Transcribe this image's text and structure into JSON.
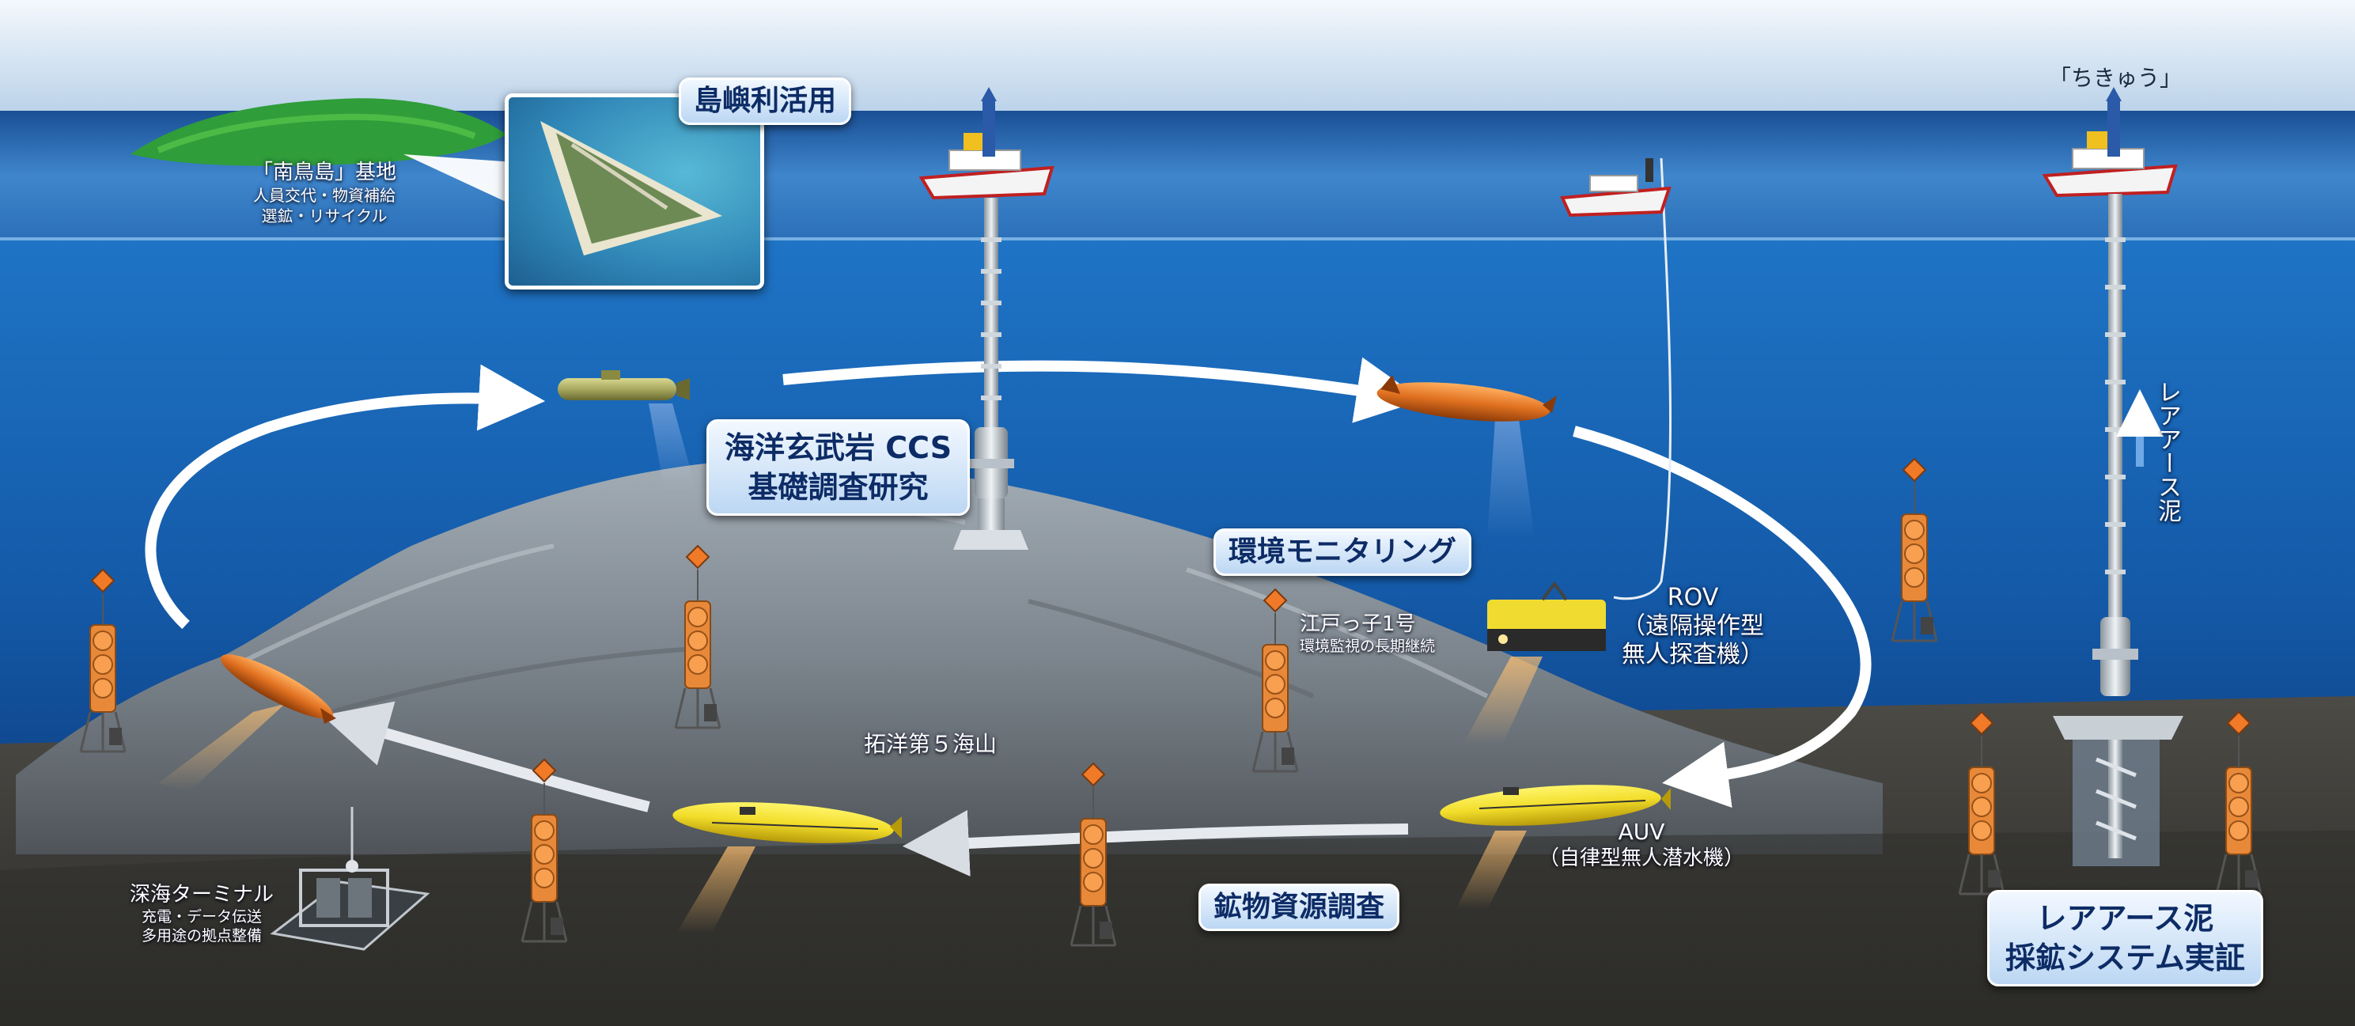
{
  "labels": {
    "island_name": "「南鳥島」基地",
    "island_sub1": "人員交代・物資補給",
    "island_sub2": "選鉱・リサイクル",
    "island_box": "島嶼利活用",
    "chikyu": "「ちきゅう」",
    "rare_mud_vertical": "レアアース泥",
    "ccs_line1": "海洋玄武岩 CCS",
    "ccs_line2": "基礎調査研究",
    "env_monitoring": "環境モニタリング",
    "edokko": "江戸っ子1号",
    "edokko_sub": "環境監視の長期継続",
    "rov": "ROV",
    "rov_sub1": "（遠隔操作型",
    "rov_sub2": "無人探査機）",
    "seamount": "拓洋第５海山",
    "auv": "AUV",
    "auv_sub": "（自律型無人潜水機）",
    "mineral_survey": "鉱物資源調査",
    "terminal": "深海ターミナル",
    "terminal_sub1": "充電・データ伝送",
    "terminal_sub2": "多用途の拠点整備",
    "rare_mud_box_line1": "レアアース泥",
    "rare_mud_box_line2": "採鉱システム実証"
  },
  "colors": {
    "sky_top": "#e8f1f9",
    "sea_surface": "#2a6fb8",
    "deep_sea": "#0b2f6e",
    "seafloor": "#3b3a36",
    "label_box_text": "#0d2c66",
    "auv_yellow": "#f2dd2a",
    "auv_orange": "#e07020",
    "sensor_orange": "#f08a30"
  }
}
